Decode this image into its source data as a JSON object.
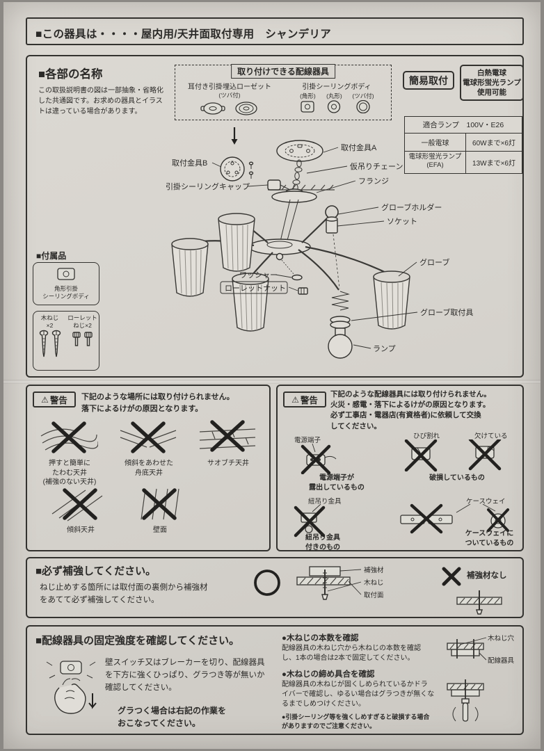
{
  "colors": {
    "paper": "#d7d4ce",
    "ink": "#2b2a28"
  },
  "icons": {
    "warning": "⚠"
  },
  "header": {
    "title": "■この器具は・・・・屋内用/天井面取付専用　シャンデリア"
  },
  "parts": {
    "title": "■各部の名称",
    "note": "この取扱説明書の図は一部抽象・省略化\nした共通図です。お求めの器具とイラス\nトは違っている場合があります。",
    "wiring_box": {
      "title": "取り付けできる配線器具",
      "rosette_label": "耳付き引掛埋込ローゼット",
      "rosette_sub": "(ツバ付)",
      "body_label": "引掛シーリングボディ",
      "body_subs": [
        "(角形)",
        "(丸形)",
        "(ツバ付)"
      ]
    },
    "badge_easy": "簡易取付",
    "badge_bulb": "白熱電球\n電球形蛍光ランプ\n使用可能",
    "lamp_table": {
      "header": "適合ランプ　100V・E26",
      "rows": [
        {
          "label": "一般電球",
          "value": "60Wまで×6灯"
        },
        {
          "label": "電球形蛍光ランプ\n(EFA)",
          "value": "13Wまで×6灯"
        }
      ]
    },
    "diagram": {
      "kanagu_a": "取付金具A",
      "kanagu_b": "取付金具B",
      "chain": "仮吊りチェーン",
      "flange": "フランジ",
      "cap": "引掛シーリングキャップ",
      "globe_holder": "グローブホルダー",
      "socket": "ソケット",
      "globe": "グローブ",
      "washer": "ワッシャー",
      "nut": "ローレットナット",
      "fitting": "グローブ取付具",
      "lamp": "ランプ"
    },
    "accessories": {
      "title": "■付属品",
      "item1": "角形引掛\nシーリングボディ",
      "item2": "木ねじ\n×2",
      "item3": "ローレット\nねじ×2"
    }
  },
  "warning_place": {
    "badge": "警告",
    "text": "下記のような場所には取り付けられません。\n落下によるけがの原因となります。",
    "captions": [
      "押すと簡単に\nたわむ天井\n(補強のない天井)",
      "傾斜をあわせた\n舟底天井",
      "サオブチ天井",
      "傾斜天井",
      "壁面"
    ]
  },
  "warning_wiring": {
    "badge": "警告",
    "text": "下記のような配線器具には取り付けられません。\n火災・感電・落下によるけがの原因となります。\n必ず工事店・電器店(有資格者)に依頼して交換\nしてください。",
    "labels": {
      "terminal": "電源端子",
      "crack": "ひび割れ",
      "chip": "欠けている",
      "cord_hanger": "紐吊り金具",
      "caseway": "ケースウェイ"
    },
    "captions": [
      "電源端子が\n露出しているもの",
      "破損しているもの",
      "紐吊り金具\n付きのもの",
      "ケースウェイに\nついているもの"
    ]
  },
  "reinforce": {
    "title": "■必ず補強してください。",
    "text": "ねじ止めする箇所には取付面の裏側から補強材\nをあてて必ず補強してください。",
    "ok_labels": [
      "補強材",
      "木ねじ",
      "取付面"
    ],
    "ng_label": "補強材なし"
  },
  "strength": {
    "title": "■配線器具の固定強度を確認してください。",
    "text1": "壁スイッチ又はブレーカーを切り、配線器具\nを下方に強くひっぱり、グラつき等が無いか\n確認してください。",
    "text2": "グラつく場合は右記の作業を\nおこなってください。",
    "check1_title": "●木ねじの本数を確認",
    "check1_text": "配線器具の木ねじ穴から木ねじの本数を確認\nし、1本の場合は2本で固定してください。",
    "check2_title": "●木ねじの締め具合を確認",
    "check2_text": "配線器具の木ねじが固くしめられているかドラ\nイバーで確認し、ゆるい場合はグラつきが無くな\nるまでしめつけください。",
    "note": "●引掛シーリング等を強くしめすぎると破損する場合\nがありますのでご注意ください。",
    "label_hole": "木ねじ穴",
    "label_device": "配線器具"
  }
}
